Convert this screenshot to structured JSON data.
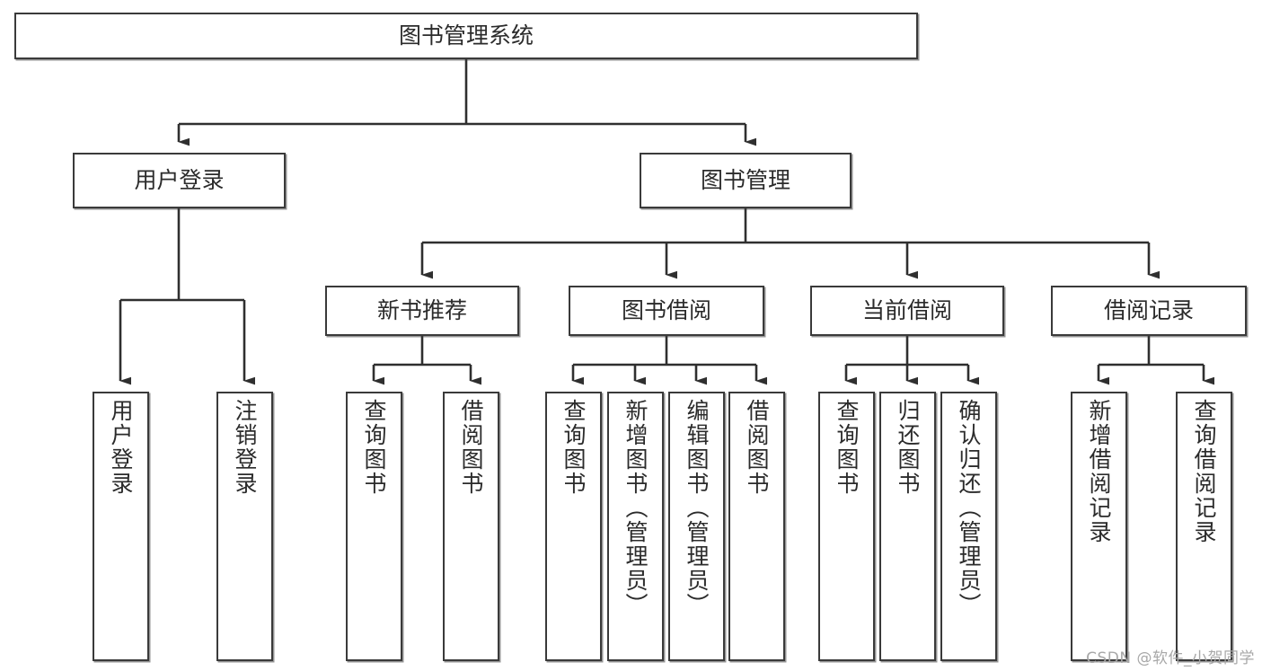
{
  "diagram": {
    "title": "图书管理系统",
    "type": "hierarchy-tree",
    "watermark": "CSDN @软件_小贺同学",
    "colors": {
      "box_border": "#3a3a3a",
      "box_fill": "#ffffff",
      "text": "#2b2b2b",
      "connector": "#2f2f2f",
      "watermark": "#a8a8a8"
    },
    "levels": {
      "root": [
        {
          "id": "root",
          "label": "图书管理系统",
          "orientation": "horizontal"
        }
      ],
      "level2": [
        {
          "id": "user-login",
          "label": "用户登录",
          "orientation": "horizontal"
        },
        {
          "id": "book-manage",
          "label": "图书管理",
          "orientation": "horizontal"
        }
      ],
      "level3": [
        {
          "id": "new-book-rec",
          "label": "新书推荐",
          "orientation": "horizontal",
          "parent": "book-manage"
        },
        {
          "id": "book-borrow",
          "label": "图书借阅",
          "orientation": "horizontal",
          "parent": "book-manage"
        },
        {
          "id": "current-borrow",
          "label": "当前借阅",
          "orientation": "horizontal",
          "parent": "book-manage"
        },
        {
          "id": "borrow-record",
          "label": "借阅记录",
          "orientation": "horizontal",
          "parent": "book-manage"
        }
      ],
      "leaves": [
        {
          "id": "leaf-user-login",
          "label": "用户登录",
          "orientation": "vertical",
          "parent": "user-login"
        },
        {
          "id": "leaf-logout",
          "label": "注销登录",
          "orientation": "vertical",
          "parent": "user-login"
        },
        {
          "id": "leaf-query-book-1",
          "label": "查询图书",
          "orientation": "vertical",
          "parent": "new-book-rec"
        },
        {
          "id": "leaf-borrow-book-1",
          "label": "借阅图书",
          "orientation": "vertical",
          "parent": "new-book-rec"
        },
        {
          "id": "leaf-query-book-2",
          "label": "查询图书",
          "orientation": "vertical",
          "parent": "book-borrow"
        },
        {
          "id": "leaf-add-book",
          "label": "新增图书（管理员）",
          "orientation": "vertical",
          "parent": "book-borrow"
        },
        {
          "id": "leaf-edit-book",
          "label": "编辑图书（管理员）",
          "orientation": "vertical",
          "parent": "book-borrow"
        },
        {
          "id": "leaf-borrow-book-2",
          "label": "借阅图书",
          "orientation": "vertical",
          "parent": "book-borrow"
        },
        {
          "id": "leaf-query-book-3",
          "label": "查询图书",
          "orientation": "vertical",
          "parent": "current-borrow"
        },
        {
          "id": "leaf-return-book",
          "label": "归还图书",
          "orientation": "vertical",
          "parent": "current-borrow"
        },
        {
          "id": "leaf-confirm-return",
          "label": "确认归还（管理员）",
          "orientation": "vertical",
          "parent": "current-borrow"
        },
        {
          "id": "leaf-add-record",
          "label": "新增借阅记录",
          "orientation": "vertical",
          "parent": "borrow-record"
        },
        {
          "id": "leaf-query-record",
          "label": "查询借阅记录",
          "orientation": "vertical",
          "parent": "borrow-record"
        }
      ]
    }
  }
}
